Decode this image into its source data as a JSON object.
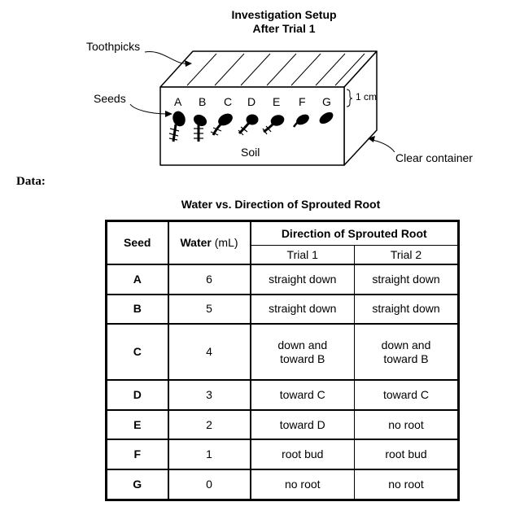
{
  "diagram": {
    "title_line1": "Investigation Setup",
    "title_line2": "After Trial 1",
    "labels": {
      "toothpicks": "Toothpicks",
      "seeds": "Seeds",
      "soil": "Soil",
      "container": "Clear container",
      "depth": "1 cm"
    },
    "seed_letters": [
      "A",
      "B",
      "C",
      "D",
      "E",
      "F",
      "G"
    ]
  },
  "data_heading": "Data:",
  "table": {
    "title": "Water vs. Direction of Sprouted Root",
    "headers": {
      "seed": "Seed",
      "water": "Water (mL)",
      "direction": "Direction of Sprouted Root",
      "trial1": "Trial 1",
      "trial2": "Trial 2"
    },
    "rows": [
      {
        "seed": "A",
        "water": "6",
        "trial1": "straight down",
        "trial2": "straight down"
      },
      {
        "seed": "B",
        "water": "5",
        "trial1": "straight down",
        "trial2": "straight down"
      },
      {
        "seed": "C",
        "water": "4",
        "trial1": "down and toward B",
        "trial2": "down and toward B"
      },
      {
        "seed": "D",
        "water": "3",
        "trial1": "toward C",
        "trial2": "toward C"
      },
      {
        "seed": "E",
        "water": "2",
        "trial1": "toward D",
        "trial2": "no root"
      },
      {
        "seed": "F",
        "water": "1",
        "trial1": "root bud",
        "trial2": "root bud"
      },
      {
        "seed": "G",
        "water": "0",
        "trial1": "no root",
        "trial2": "no root"
      }
    ]
  }
}
